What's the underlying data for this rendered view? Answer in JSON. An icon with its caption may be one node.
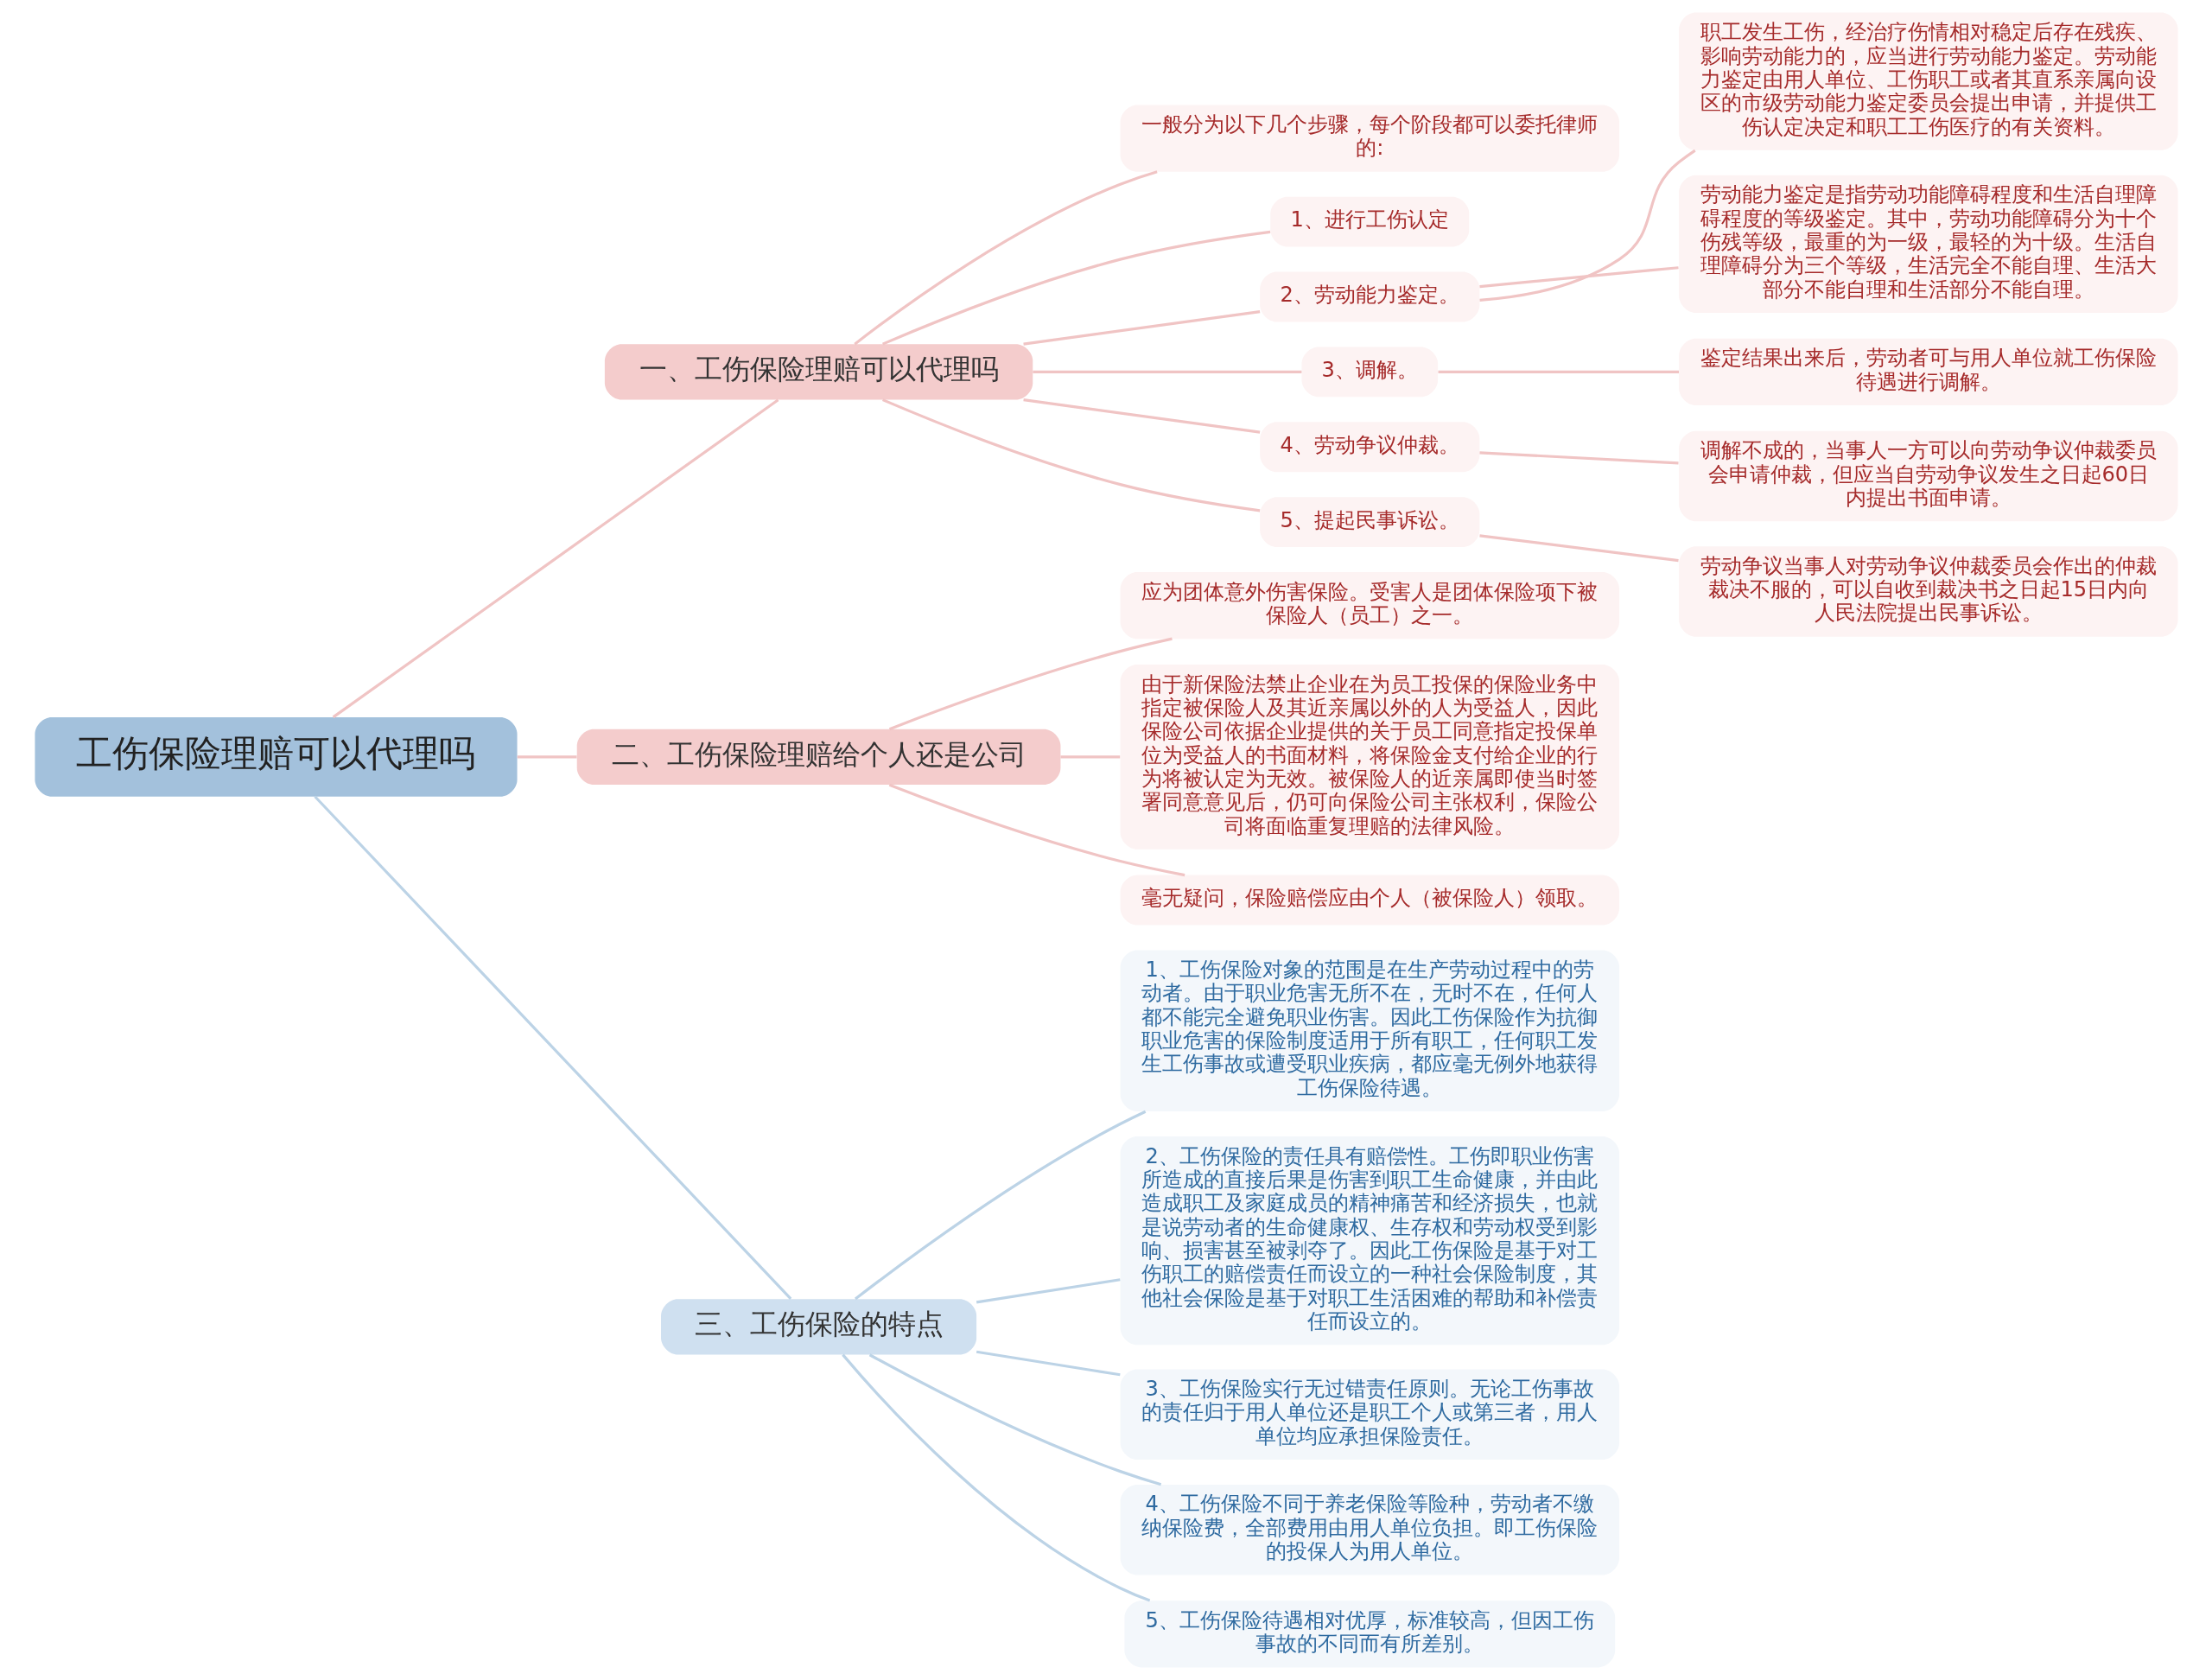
{
  "diagram": {
    "nodes": [
      {
        "text": [
          "工伤保险理赔可以代理吗"
        ]
      },
      {
        "text": [
          "一、工伤保险理赔可以代理吗"
        ]
      },
      {
        "text": [
          "一般分为以下几个步骤，每个阶段都可以委托律师的:"
        ]
      },
      {
        "text": [
          "1、进行工伤认定"
        ]
      },
      {
        "text": [
          "2、劳动能力鉴定。"
        ]
      },
      {
        "text": [
          "职工发生工伤，经治疗伤情相对稳定后存在残疾、影响劳动能力的，应当进行劳动能力鉴定。劳动能力鉴定由用人单位、工伤职工或者其直系亲属向设区的市级劳动能力鉴定委员会提出申请，并提供工伤认定决定和职工工伤医疗的有关资料。"
        ]
      },
      {
        "text": [
          "劳动能力鉴定是指劳动功能障碍程度和生活自理障碍程度的等级鉴定。其中，劳动功能障碍分为十个伤残等级，最重的为一级，最轻的为十级。生活自理障碍分为三个等级，生活完全不能自理、生活大部分不能自理和生活部分不能自理。"
        ]
      },
      {
        "text": [
          "3、调解。"
        ]
      },
      {
        "text": [
          "鉴定结果出来后，劳动者可与用人单位就工伤保险待遇进行调解。"
        ]
      },
      {
        "text": [
          "4、劳动争议仲裁。"
        ]
      },
      {
        "text": [
          "调解不成的，当事人一方可以向劳动争议仲裁委员会申请仲裁，但应当自劳动争议发生之日起60日内提出书面申请。"
        ]
      },
      {
        "text": [
          "5、提起民事诉讼。"
        ]
      },
      {
        "text": [
          "劳动争议当事人对劳动争议仲裁委员会作出的仲裁裁决不服的，可以自收到裁决书之日起15日内向人民法院提出民事诉讼。"
        ]
      },
      {
        "text": [
          "二、工伤保险理赔给个人还是公司"
        ]
      },
      {
        "text": [
          "应为团体意外伤害保险。受害人是团体保险项下被保险人（员工）之一。"
        ]
      },
      {
        "text": [
          "由于新保险法禁止企业在为员工投保的保险业务中指定被保险人及其近亲属以外的人为受益人，因此保险公司依据企业提供的关于员工同意指定投保单位为受益人的书面材料，将保险金支付给企业的行为将被认定为无效。被保险人的近亲属即使当时签署同意意见后，仍可向保险公司主张权利，保险公司将面临重复理赔的法律风险。"
        ]
      },
      {
        "text": [
          "毫无疑问，保险赔偿应由个人（被保险人）领取。"
        ]
      },
      {
        "text": [
          "三、工伤保险的特点"
        ]
      },
      {
        "text": [
          "1、工伤保险对象的范围是在生产劳动过程中的劳动者。由于职业危害无所不在，无时不在，任何人都不能完全避免职业伤害。因此工伤保险作为抗御职业危害的保险制度适用于所有职工，任何职工发生工伤事故或遭受职业疾病，都应毫无例外地获得工伤保险待遇。"
        ]
      },
      {
        "text": [
          "2、工伤保险的责任具有赔偿性。工伤即职业伤害所造成的直接后果是伤害到职工生命健康，并由此造成职工及家庭成员的精神痛苦和经济损失，也就是说劳动者的生命健康权、生存权和劳动权受到影响、损害甚至被剥夺了。因此工伤保险是基于对工伤职工的赔偿责任而设立的一种社会保险制度，其他社会保险是基于对职工生活困难的帮助和补偿责任而设立的。"
        ]
      },
      {
        "text": [
          "3、工伤保险实行无过错责任原则。无论工伤事故的责任归于用人单位还是职工个人或第三者，用人单位均应承担保险责任。"
        ]
      },
      {
        "text": [
          "4、工伤保险不同于养老保险等险种，劳动者不缴纳保险费，全部费用由用人单位负担。即工伤保险的投保人为用人单位。"
        ]
      },
      {
        "text": [
          "5、工伤保险待遇相对优厚，标准较高，但因工伤事故的不同而有所差别。"
        ]
      }
    ],
    "edges": [
      {
        "from": 0,
        "to": 1,
        "arrow": "none"
      },
      {
        "from": 1,
        "to": 2,
        "arrow": "none"
      },
      {
        "from": 1,
        "to": 3,
        "arrow": "none"
      },
      {
        "from": 1,
        "to": 4,
        "arrow": "none"
      },
      {
        "from": 4,
        "to": 5,
        "arrow": "none"
      },
      {
        "from": 4,
        "to": 6,
        "arrow": "none"
      },
      {
        "from": 1,
        "to": 7,
        "arrow": "none"
      },
      {
        "from": 7,
        "to": 8,
        "arrow": "none"
      },
      {
        "from": 1,
        "to": 9,
        "arrow": "none"
      },
      {
        "from": 9,
        "to": 10,
        "arrow": "none"
      },
      {
        "from": 1,
        "to": 11,
        "arrow": "none"
      },
      {
        "from": 11,
        "to": 12,
        "arrow": "none"
      },
      {
        "from": 0,
        "to": 13,
        "arrow": "none"
      },
      {
        "from": 13,
        "to": 14,
        "arrow": "none"
      },
      {
        "from": 13,
        "to": 15,
        "arrow": "none"
      },
      {
        "from": 13,
        "to": 16,
        "arrow": "none"
      },
      {
        "from": 0,
        "to": 17,
        "arrow": "none",
        "color": "#bcd3e6"
      },
      {
        "from": 17,
        "to": 18,
        "arrow": "none",
        "color": "#bcd3e6"
      },
      {
        "from": 17,
        "to": 19,
        "arrow": "none",
        "color": "#bcd3e6"
      },
      {
        "from": 17,
        "to": 20,
        "arrow": "none",
        "color": "#bcd3e6"
      },
      {
        "from": 17,
        "to": 21,
        "arrow": "none",
        "color": "#bcd3e6"
      },
      {
        "from": 17,
        "to": 22,
        "arrow": "none",
        "color": "#bcd3e6"
      }
    ]
  }
}
